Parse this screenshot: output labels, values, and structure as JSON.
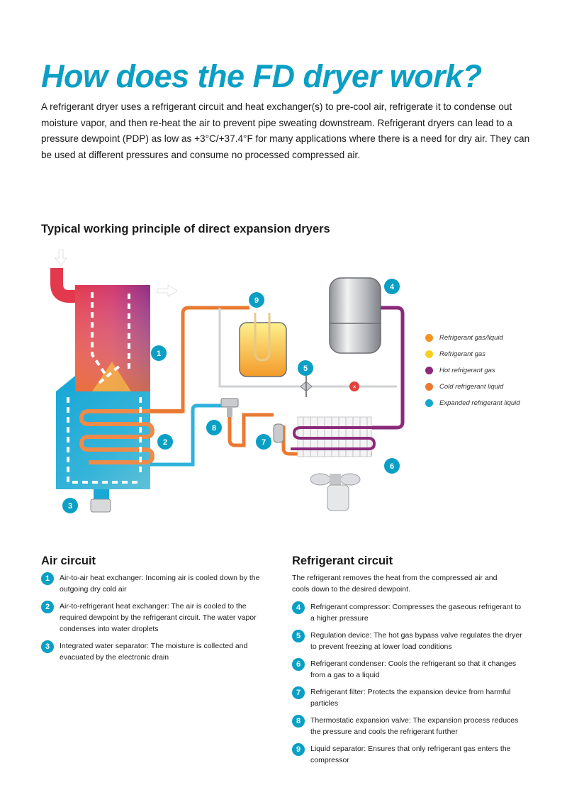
{
  "header": {
    "title": "How does the FD dryer work?",
    "intro": "A refrigerant dryer uses a refrigerant circuit and heat exchanger(s) to pre-cool air, refrigerate it to condense out moisture vapor, and then re-heat the air to prevent pipe sweating downstream. Refrigerant dryers can lead to a pressure dewpoint (PDP) as low as +3°C/+37.4°F for many applications where there is a need for dry air. They can be used at different pressures and consume no processed compressed air."
  },
  "diagram": {
    "title": "Typical working principle of direct expansion dryers",
    "labels": [
      "1",
      "2",
      "3",
      "4",
      "5",
      "6",
      "7",
      "8",
      "9"
    ],
    "legend": [
      {
        "label": "Refrigerant gas/liquid",
        "color": "#f29322"
      },
      {
        "label": "Refrigerant gas",
        "color": "#f7cf1d"
      },
      {
        "label": "Hot refrigerant gas",
        "color": "#8b2a7a"
      },
      {
        "label": "Cold refrigerant liquid",
        "color": "#ea7a32"
      },
      {
        "label": "Expanded refrigerant liquid",
        "color": "#15a6cf"
      }
    ],
    "colors": {
      "accent": "#0a9fc4",
      "hot_pipe": "#8b2a7a",
      "cold_pipe": "#ea7a32",
      "expanded_pipe": "#2fb3dc",
      "gas_pipe": "#e8c98a"
    }
  },
  "air_circuit": {
    "title": "Air circuit",
    "items": [
      {
        "num": "1",
        "text": "Air-to-air heat exchanger: Incoming air is cooled down by the outgoing dry cold air"
      },
      {
        "num": "2",
        "text": "Air-to-refrigerant heat exchanger: The air is cooled to the required dewpoint by the refrigerant circuit. The water vapor condenses into water droplets"
      },
      {
        "num": "3",
        "text": "Integrated water separator: The moisture is collected and evacuated by the electronic drain"
      }
    ]
  },
  "refrigerant_circuit": {
    "title": "Refrigerant circuit",
    "lead": "The refrigerant removes the heat from the compressed air and cools down to the desired dewpoint.",
    "items": [
      {
        "num": "4",
        "text": "Refrigerant compressor: Compresses the gaseous refrigerant to a higher pressure"
      },
      {
        "num": "5",
        "text": "Regulation device: The hot gas bypass valve regulates the dryer to prevent freezing at lower load conditions"
      },
      {
        "num": "6",
        "text": "Refrigerant condenser: Cools the refrigerant so that it changes from a gas to a liquid"
      },
      {
        "num": "7",
        "text": "Refrigerant filter: Protects the expansion device from harmful particles"
      },
      {
        "num": "8",
        "text": "Thermostatic expansion valve: The expansion process reduces the pressure and cools the refrigerant further"
      },
      {
        "num": "9",
        "text": "Liquid separator: Ensures that only refrigerant gas enters the compressor"
      }
    ]
  }
}
